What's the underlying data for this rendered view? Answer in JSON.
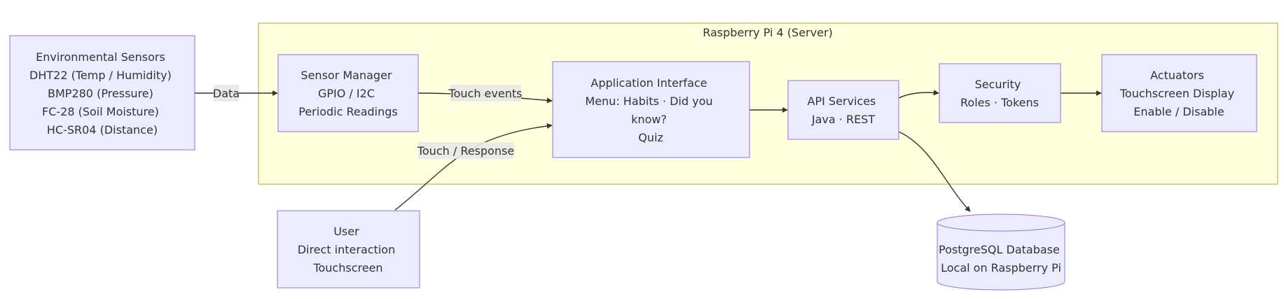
{
  "group": {
    "title": "Raspberry Pi 4 (Server)"
  },
  "nodes": {
    "sensors": {
      "lines": [
        "Environmental Sensors",
        "DHT22 (Temp / Humidity)",
        "BMP280 (Pressure)",
        "FC-28 (Soil Moisture)",
        "HC-SR04 (Distance)"
      ]
    },
    "sensor_manager": {
      "lines": [
        "Sensor Manager",
        "GPIO / I2C",
        "Periodic Readings"
      ]
    },
    "app_interface": {
      "lines": [
        "Application Interface",
        "Menu: Habits · Did you",
        "know?",
        "Quiz"
      ]
    },
    "api": {
      "lines": [
        "API Services",
        "Java · REST"
      ]
    },
    "security": {
      "lines": [
        "Security",
        "Roles · Tokens"
      ]
    },
    "actuators": {
      "lines": [
        "Actuators",
        "Touchscreen Display",
        "Enable / Disable"
      ]
    },
    "user": {
      "lines": [
        "User",
        "Direct interaction",
        "Touchscreen"
      ]
    },
    "database": {
      "lines": [
        "PostgreSQL Database",
        "Local on Raspberry Pi"
      ]
    }
  },
  "edge_labels": {
    "data": "Data",
    "touch_events": "Touch events",
    "touch_response": "Touch / Response"
  },
  "colors": {
    "node_fill": "#ECECFF",
    "node_stroke": "#9370DB",
    "group_fill": "#FFFFDE",
    "group_stroke": "#AAAA33",
    "edge": "#333333",
    "label_bg": "#E8E8E8"
  }
}
